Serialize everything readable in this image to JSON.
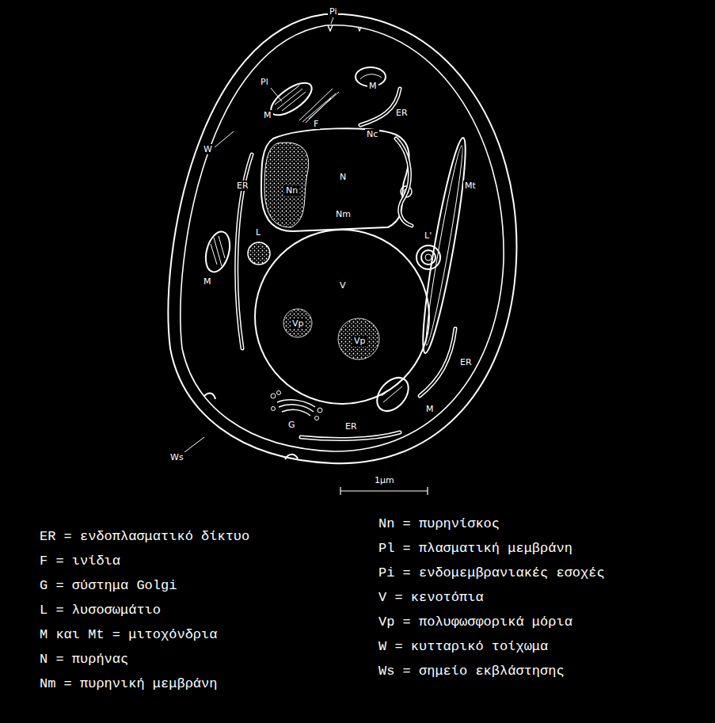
{
  "diagram": {
    "labels": [
      "Pi",
      "Pl",
      "W",
      "M",
      "M",
      "F",
      "ER",
      "Nc",
      "ER",
      "N",
      "Nn",
      "Nm",
      "Mt",
      "L",
      "L'",
      "M",
      "V",
      "Vp",
      "Vp",
      "ER",
      "M",
      "G",
      "ER",
      "Ws",
      "1μm",
      "ER = ενδοπλασματικό δίκτυο",
      "F = ινίδια",
      "G = σύστημα Golgi",
      "L = λυσοσωμάτιο",
      "M και Mt = μιτοχόνδρια",
      "N = πυρήνας",
      "Nm = πυρηνική μεμβράνη",
      "Nn = πυρηνίσκος",
      "Pl = πλασματική μεμβράνη",
      "Pi = ενδομεμβρανιακές εσοχές",
      "V = κενοτόπια",
      "Vp = πολυφωσφορικά μόρια",
      "W = κυτταρικό τοίχωμα",
      "Ws = σημείο εκβλάστησης"
    ]
  }
}
